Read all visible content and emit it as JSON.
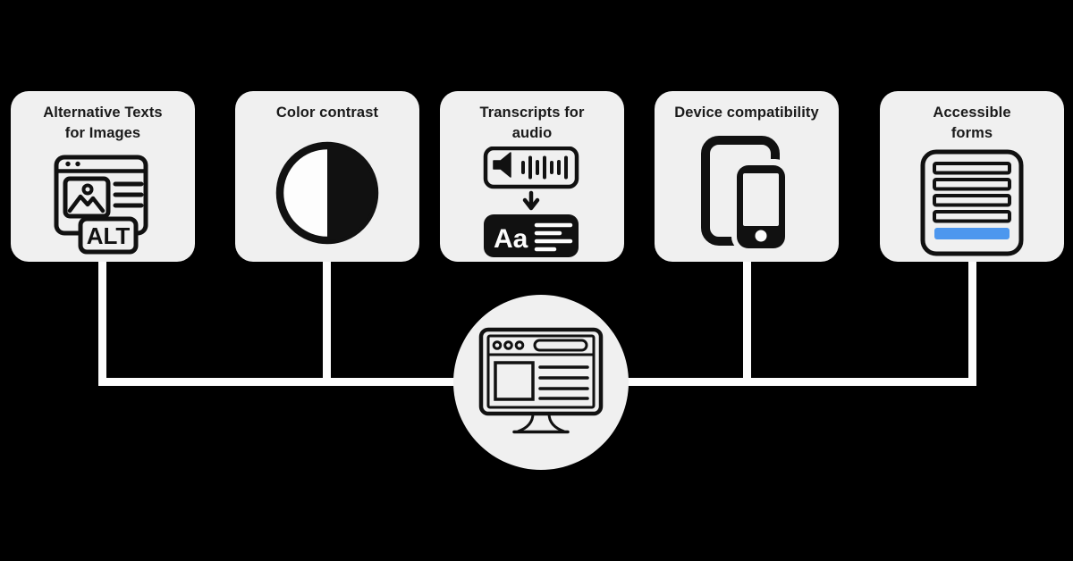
{
  "colors": {
    "background": "#000000",
    "card_background": "#f0f0f0",
    "connector_line": "#fcfcfc",
    "icon_ink": "#111111",
    "accent_blue": "#4d97ee",
    "title_text": "#1a1a1a"
  },
  "cards": [
    {
      "title": "Alternative Texts for Images",
      "icon": "browser-alt-text-icon",
      "badge_label": "ALT"
    },
    {
      "title": "Color contrast",
      "icon": "contrast-circle-icon"
    },
    {
      "title": "Transcripts for audio",
      "icon": "audio-to-transcript-icon",
      "text_label": "Aa"
    },
    {
      "title": "Device compatibility",
      "icon": "tablet-phone-icon"
    },
    {
      "title": "Accessible forms",
      "icon": "form-fields-icon"
    }
  ],
  "center": {
    "icon": "desktop-browser-icon"
  }
}
